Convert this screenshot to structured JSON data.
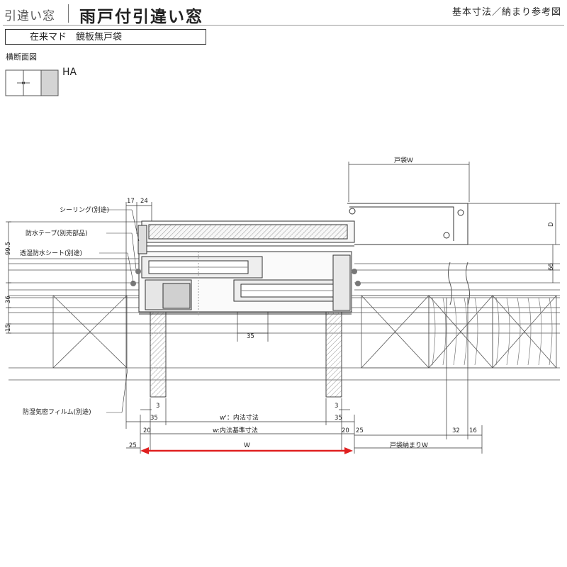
{
  "header": {
    "category": "引違い窓",
    "title": "雨戸付引違い窓",
    "right": "基本寸法／納まり参考図"
  },
  "subtitle": "在来マド　鏡板無戸袋",
  "section_label": "横断面図",
  "type_label": "HA",
  "callouts": {
    "sealing": "シーリング(別途)",
    "waterproof_tape": "防水テープ(別売部品)",
    "moisture_sheet": "透湿防水シート(別途)",
    "vapor_film": "防湿気密フィルム(別途)"
  },
  "dimensions": {
    "d17": "17",
    "d24": "24",
    "d99_5": "99.5",
    "d36": "36",
    "d15": "15",
    "d35_mid": "35",
    "d3_left": "3",
    "d3_right": "3",
    "d35_left": "35",
    "d35_right": "35",
    "w_prime": "w'：内法寸法",
    "d20_left": "20",
    "d20_right": "20",
    "w_base": "w:内法基準寸法",
    "d25_left": "25",
    "d25_right": "25",
    "W": "W",
    "tobukuro_w": "戸袋W",
    "D": "D",
    "d66": "66",
    "d32": "32",
    "d16": "16",
    "tobukuro_fit": "戸袋納まりW"
  },
  "colors": {
    "accent_arrow": "#e02020",
    "line": "#333333",
    "fill": "#d8d8d8"
  }
}
